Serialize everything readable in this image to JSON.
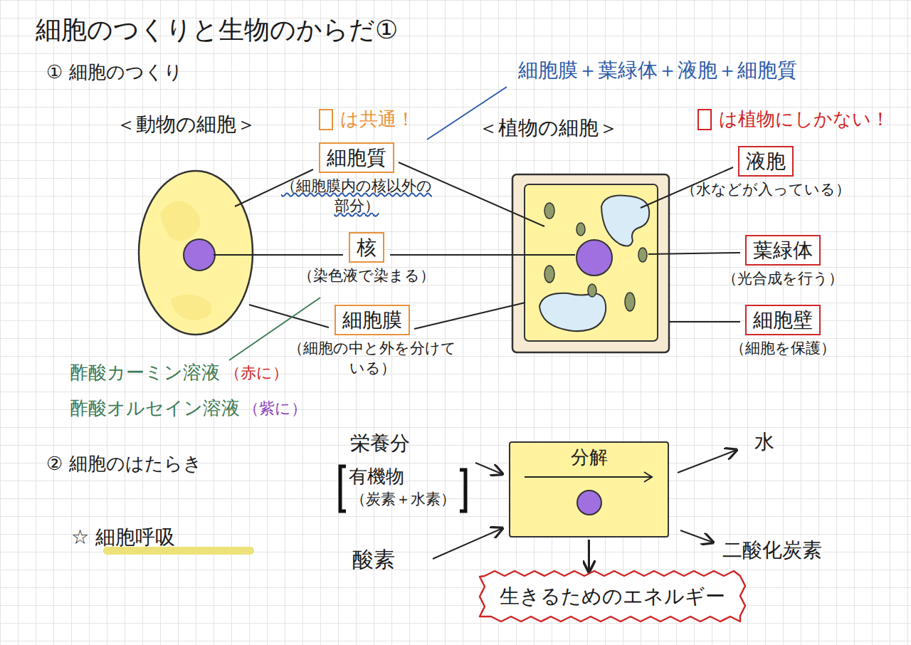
{
  "diagram": {
    "title": "細胞のつくりと生物のからだ①",
    "nodes": [
      {
        "text": [
          "細胞質",
          "（細胞膜内の核以外の部分）"
        ]
      },
      {
        "text": [
          "液胞",
          "（水などが入っている）"
        ]
      },
      {
        "text": [
          "核",
          "（染色液で染まる）"
        ]
      },
      {
        "text": [
          "葉緑体",
          "（光合成を行う）"
        ]
      },
      {
        "text": [
          "細胞膜",
          "（細胞の中と外を分けている）"
        ]
      },
      {
        "text": [
          "細胞壁",
          "（細胞を保護）"
        ]
      },
      {
        "text": [
          "分解"
        ]
      },
      {
        "text": [
          "生きるためのエネルギー"
        ]
      }
    ],
    "edges": [
      {
        "from": 6,
        "to": 7,
        "arrow": "to"
      }
    ],
    "labels": [
      "① 細胞のつくり",
      "細胞膜＋葉緑体＋液胞＋細胞質",
      "＜動物の細胞＞",
      "＜植物の細胞＞",
      "酢酸カーミン溶液",
      "（赤に）",
      "酢酸オルセイン溶液",
      "（紫に）",
      "② 細胞のはたらき",
      "☆ 細胞呼吸",
      "栄養分",
      "有機物",
      "（炭素＋水素）",
      "酸素",
      "水",
      "二酸化炭素"
    ],
    "legend": [
      {
        "text": "は共通！"
      },
      {
        "text": "は植物にしかない！"
      }
    ]
  }
}
